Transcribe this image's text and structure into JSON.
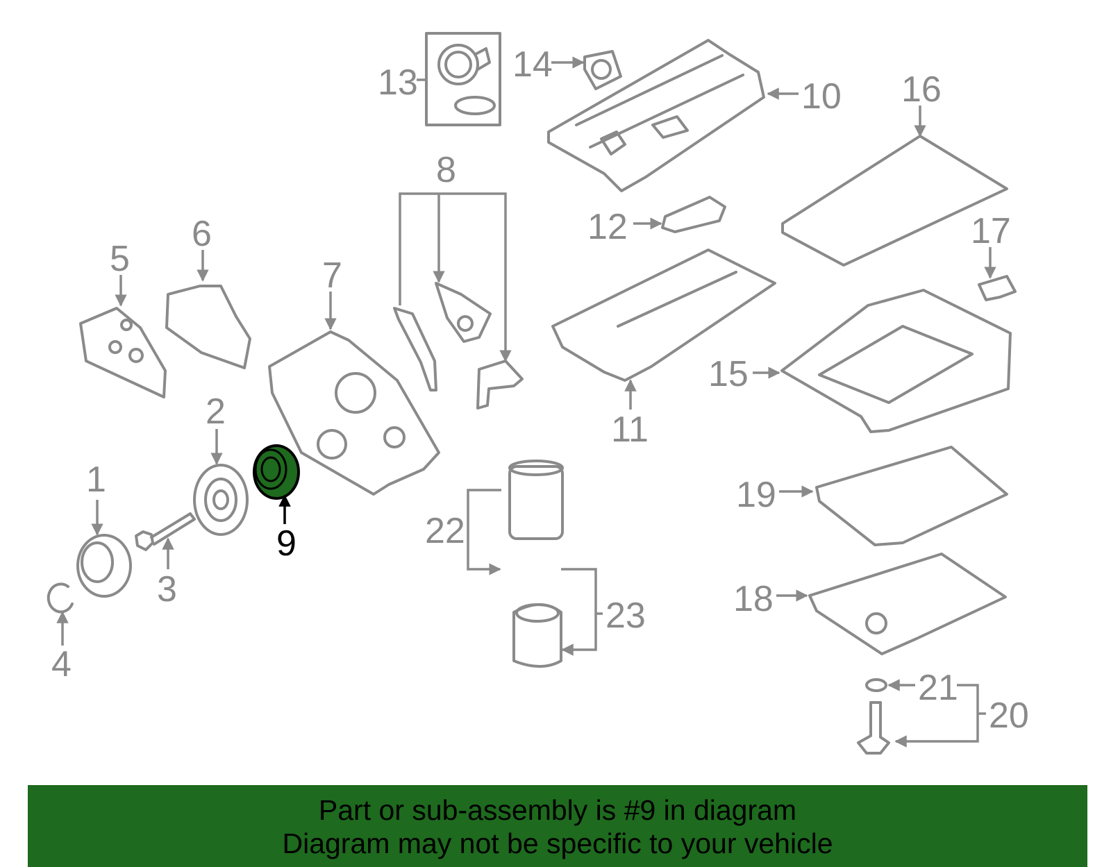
{
  "diagram": {
    "highlighted_part": "9",
    "highlight_color": "#1e6a1e",
    "line_color": "#8a8a8a",
    "callouts": [
      "1",
      "2",
      "3",
      "4",
      "5",
      "6",
      "7",
      "8",
      "9",
      "10",
      "11",
      "12",
      "13",
      "14",
      "15",
      "16",
      "17",
      "18",
      "19",
      "20",
      "21",
      "22",
      "23"
    ]
  },
  "banner": {
    "line1": "Part or sub-assembly is #9 in diagram",
    "line2": "Diagram may not be specific to your vehicle",
    "background": "#1e6a1e"
  }
}
